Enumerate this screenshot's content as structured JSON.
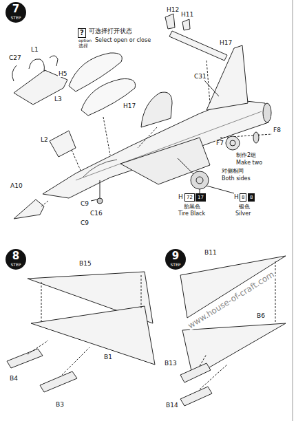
{
  "diagram": {
    "nodes": [
      {
        "text": [
          "7",
          "STEP"
        ]
      },
      {
        "text": [
          "8",
          "STEP"
        ]
      },
      {
        "text": [
          "9",
          "STEP"
        ]
      },
      {
        "text": [
          "?"
        ]
      },
      {
        "text": [
          "72"
        ]
      },
      {
        "text": [
          "17"
        ]
      },
      {
        "text": [
          "8"
        ]
      },
      {
        "text": [
          "8"
        ]
      }
    ],
    "labels": [
      "H12",
      "H11",
      "H17",
      "C27",
      "L1",
      "H5",
      "L3",
      "可选择打开状态",
      "option",
      "Select open or close",
      "选择",
      "C31",
      "H17",
      "L2",
      "F8",
      "F7",
      "制作2组",
      "Make two",
      "对侧相同",
      "Both sides",
      "A10",
      "C9",
      "C16",
      "C9",
      "H",
      "胎黑色",
      "Tire Black",
      "H",
      "银色",
      "Silver",
      "B15",
      "B1",
      "B4",
      "B3",
      "B11",
      "B6",
      "B13",
      "B14",
      "www.house-of-craft.com"
    ]
  }
}
